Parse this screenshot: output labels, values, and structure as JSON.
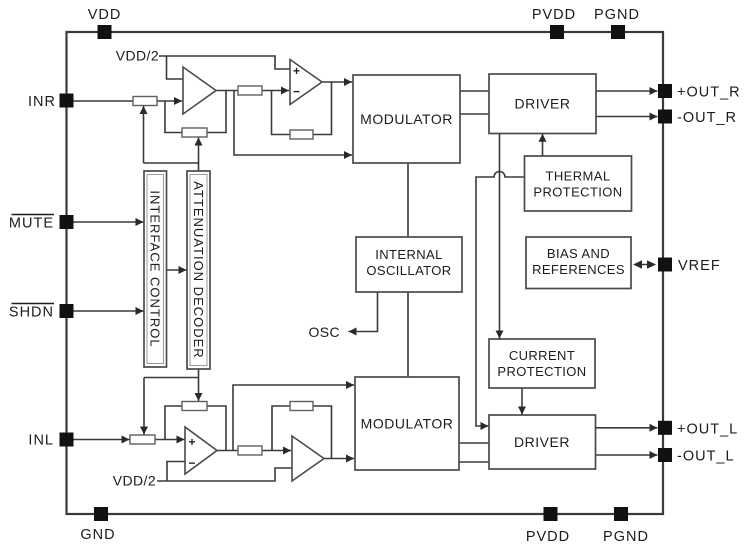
{
  "colors": {
    "background": "#ffffff",
    "line": "#3a3a3a",
    "pin_square": "#111111",
    "text": "#1c1c1c"
  },
  "pins": {
    "vdd_top": "VDD",
    "pvdd_top": "PVDD",
    "pgnd_top": "PGND",
    "inr": "INR",
    "mute": "MUTE",
    "shdn": "SHDN",
    "inl": "INL",
    "gnd": "GND",
    "pvdd_bottom": "PVDD",
    "pgnd_bottom": "PGND",
    "out_r_pos": "+OUT_R",
    "out_r_neg": "-OUT_R",
    "vref": "VREF",
    "out_l_pos": "+OUT_L",
    "out_l_neg": "-OUT_L"
  },
  "blocks": {
    "interface_control": "INTERFACE CONTROL",
    "attenuation_decoder": "ATTENUATION DECODER",
    "modulator_r": "MODULATOR",
    "modulator_l": "MODULATOR",
    "driver_r": "DRIVER",
    "driver_l": "DRIVER",
    "internal_oscillator": {
      "line1": "INTERNAL",
      "line2": "OSCILLATOR"
    },
    "thermal_protection": {
      "line1": "THERMAL",
      "line2": "PROTECTION"
    },
    "bias_references": {
      "line1": "BIAS AND",
      "line2": "REFERENCES"
    },
    "current_protection": {
      "line1": "CURRENT",
      "line2": "PROTECTION"
    }
  },
  "net_labels": {
    "vdd2_top": "VDD/2",
    "vdd2_bottom": "VDD/2",
    "osc": "OSC"
  },
  "opamp_signs": {
    "plus": "+",
    "minus": "−"
  }
}
